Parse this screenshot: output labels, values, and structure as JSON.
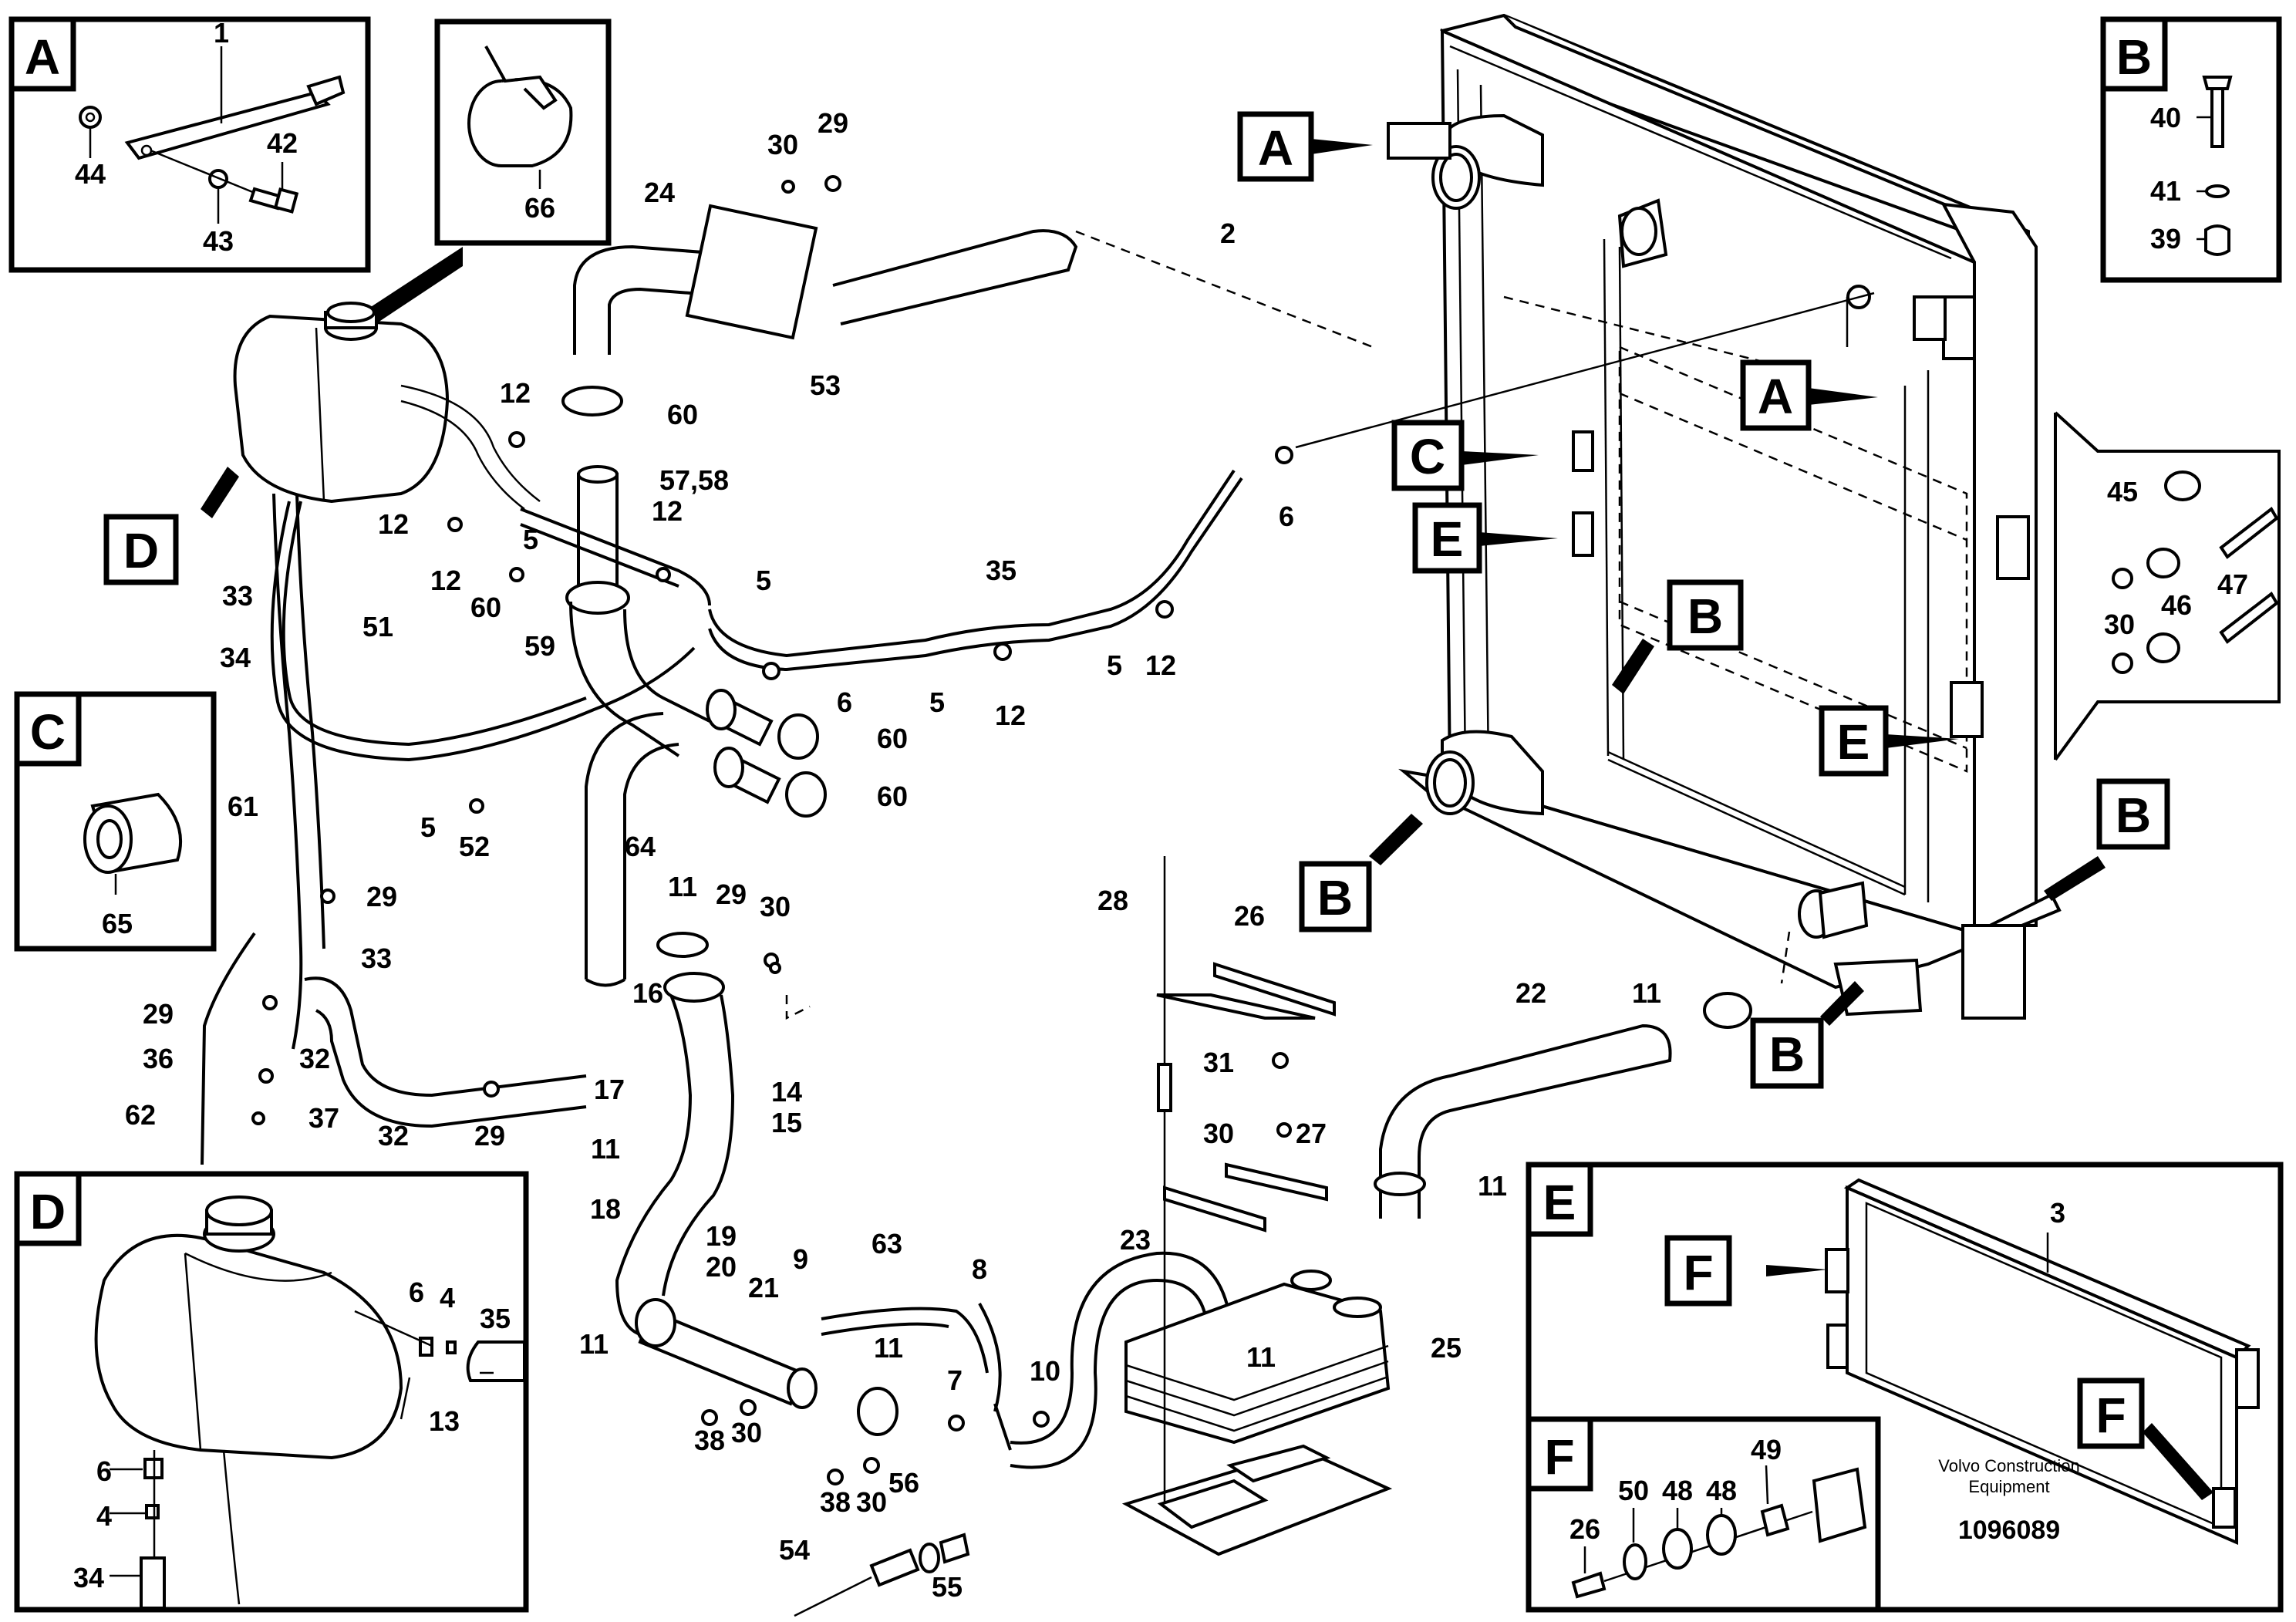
{
  "letters": {
    "a": "A",
    "b": "B",
    "c": "C",
    "d": "D",
    "e": "E",
    "f": "F"
  },
  "callouts": [
    {
      "text": "1"
    },
    {
      "text": "44"
    },
    {
      "text": "42"
    },
    {
      "text": "43"
    },
    {
      "text": "66"
    },
    {
      "text": "30"
    },
    {
      "text": "29"
    },
    {
      "text": "24"
    },
    {
      "text": "53"
    },
    {
      "text": "2"
    },
    {
      "text": "40"
    },
    {
      "text": "41"
    },
    {
      "text": "39"
    },
    {
      "text": "12"
    },
    {
      "text": "60"
    },
    {
      "text": "57,58"
    },
    {
      "text": "12"
    },
    {
      "text": "5"
    },
    {
      "text": "12"
    },
    {
      "text": "12"
    },
    {
      "text": "5"
    },
    {
      "text": "60"
    },
    {
      "text": "33"
    },
    {
      "text": "6"
    },
    {
      "text": "35"
    },
    {
      "text": "45"
    },
    {
      "text": "47"
    },
    {
      "text": "46"
    },
    {
      "text": "30"
    },
    {
      "text": "34"
    },
    {
      "text": "51"
    },
    {
      "text": "59"
    },
    {
      "text": "6"
    },
    {
      "text": "5"
    },
    {
      "text": "5"
    },
    {
      "text": "12"
    },
    {
      "text": "12"
    },
    {
      "text": "60"
    },
    {
      "text": "60"
    },
    {
      "text": "5"
    },
    {
      "text": "52"
    },
    {
      "text": "61"
    },
    {
      "text": "64"
    },
    {
      "text": "65"
    },
    {
      "text": "29"
    },
    {
      "text": "11"
    },
    {
      "text": "29"
    },
    {
      "text": "30"
    },
    {
      "text": "28"
    },
    {
      "text": "26"
    },
    {
      "text": "33"
    },
    {
      "text": "22"
    },
    {
      "text": "11"
    },
    {
      "text": "16"
    },
    {
      "text": "29"
    },
    {
      "text": "36"
    },
    {
      "text": "32"
    },
    {
      "text": "62"
    },
    {
      "text": "37"
    },
    {
      "text": "32"
    },
    {
      "text": "29"
    },
    {
      "text": "17"
    },
    {
      "text": "14"
    },
    {
      "text": "15"
    },
    {
      "text": "31"
    },
    {
      "text": "30"
    },
    {
      "text": "27"
    },
    {
      "text": "11"
    },
    {
      "text": "11"
    },
    {
      "text": "18"
    },
    {
      "text": "3"
    },
    {
      "text": "6"
    },
    {
      "text": "4"
    },
    {
      "text": "35"
    },
    {
      "text": "13"
    },
    {
      "text": "19"
    },
    {
      "text": "20"
    },
    {
      "text": "21"
    },
    {
      "text": "9"
    },
    {
      "text": "63"
    },
    {
      "text": "8"
    },
    {
      "text": "23"
    },
    {
      "text": "11"
    },
    {
      "text": "11"
    },
    {
      "text": "25"
    },
    {
      "text": "11"
    },
    {
      "text": "7"
    },
    {
      "text": "10"
    },
    {
      "text": "38"
    },
    {
      "text": "30"
    },
    {
      "text": "6"
    },
    {
      "text": "4"
    },
    {
      "text": "34"
    },
    {
      "text": "38"
    },
    {
      "text": "30"
    },
    {
      "text": "56"
    },
    {
      "text": "54"
    },
    {
      "text": "55"
    },
    {
      "text": "26"
    },
    {
      "text": "50"
    },
    {
      "text": "48"
    },
    {
      "text": "48"
    },
    {
      "text": "49"
    }
  ],
  "footer": {
    "company_line1": "Volvo Construction",
    "company_line2": "Equipment",
    "drawing_number": "1096089"
  }
}
